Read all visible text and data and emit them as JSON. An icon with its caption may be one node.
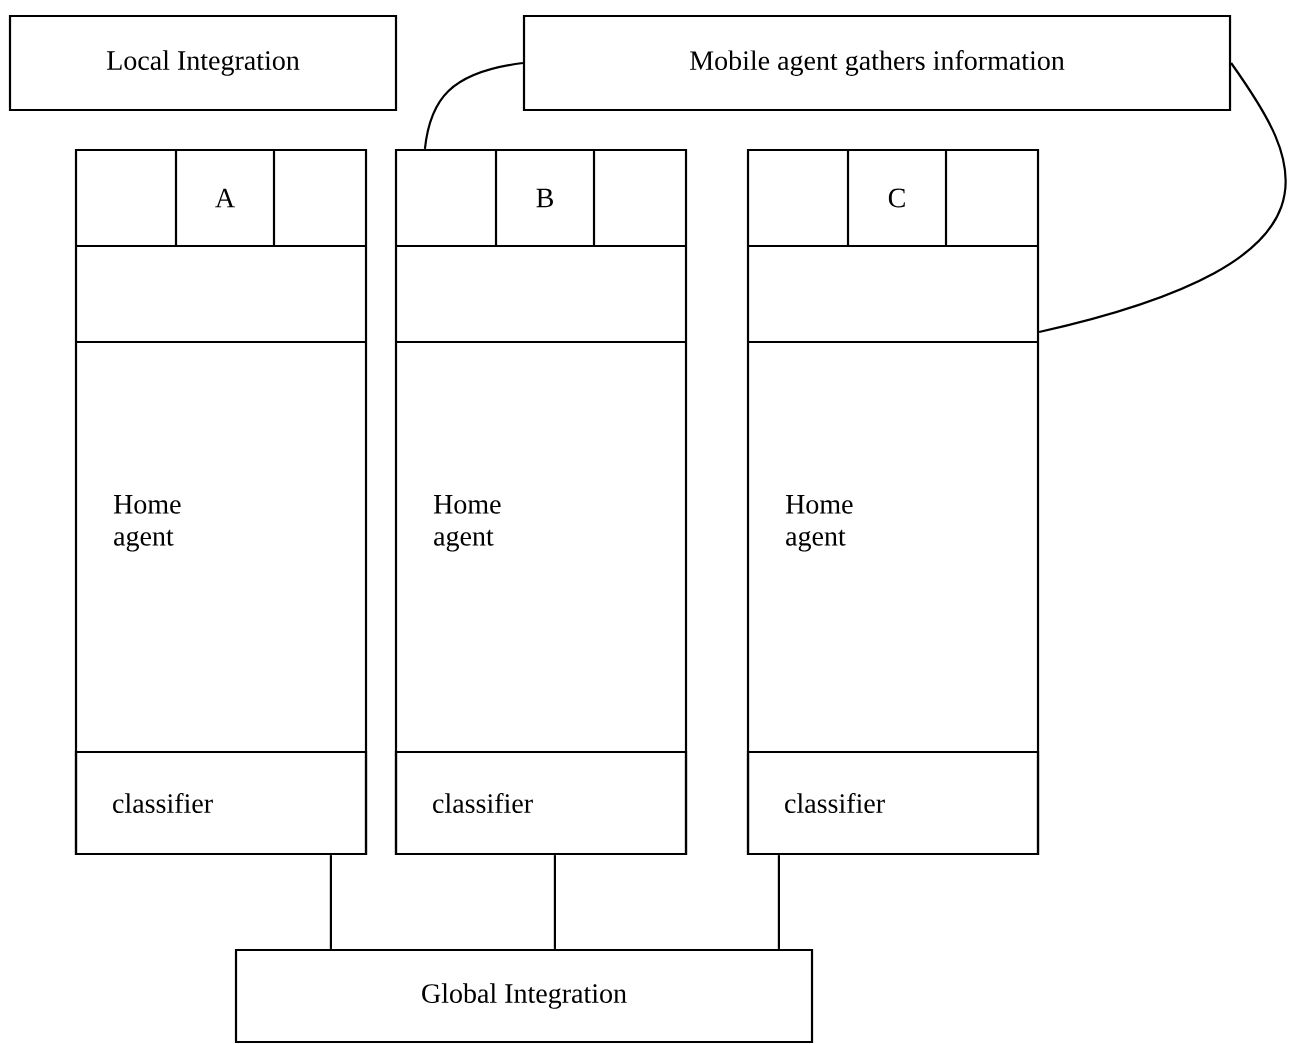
{
  "diagram": {
    "nodes": [
      {
        "text": [
          "Local Integration"
        ]
      },
      {
        "text": [
          "Mobile agent gathers information"
        ]
      },
      {
        "text": [],
        "shape": "box"
      },
      {
        "text": [
          "A"
        ],
        "in": 2
      },
      {
        "text": [
          "Home agent"
        ],
        "in": 2
      },
      {
        "text": [
          "classifier"
        ],
        "in": 2
      },
      {
        "text": [],
        "shape": "box"
      },
      {
        "text": [
          "B"
        ],
        "in": 6
      },
      {
        "text": [
          "Home agent"
        ],
        "in": 6
      },
      {
        "text": [
          "classifier"
        ],
        "in": 6
      },
      {
        "text": [],
        "shape": "box"
      },
      {
        "text": [
          "C"
        ],
        "in": 10
      },
      {
        "text": [
          "Home agent"
        ],
        "in": 10
      },
      {
        "text": [
          "classifier"
        ],
        "in": 10
      },
      {
        "text": [
          "Global Integration"
        ]
      }
    ],
    "edges": [
      {
        "from": 5,
        "to": 14,
        "arrow": "none"
      },
      {
        "from": 9,
        "to": 14,
        "arrow": "none"
      },
      {
        "from": 13,
        "to": 14,
        "arrow": "none"
      },
      {
        "from": 1,
        "to": 6,
        "arrow": "none"
      },
      {
        "from": 1,
        "to": 10,
        "arrow": "none"
      }
    ]
  }
}
